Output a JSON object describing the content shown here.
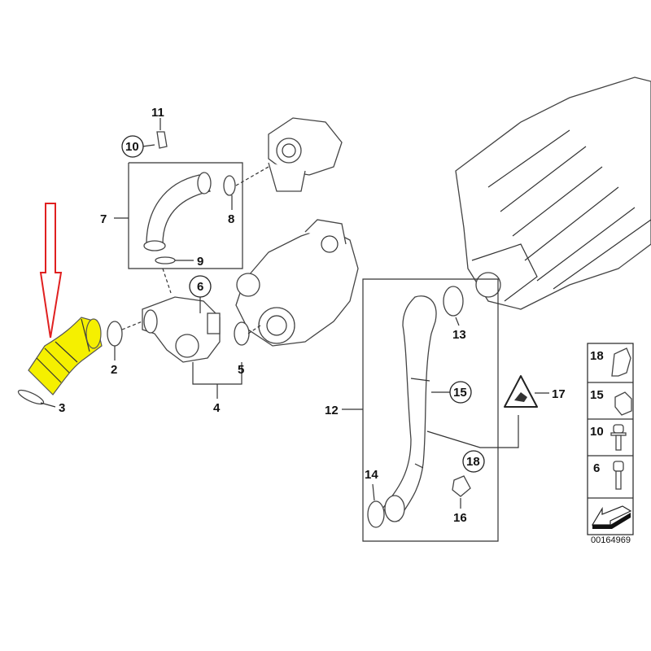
{
  "diagram": {
    "callouts": {
      "c2": "2",
      "c3": "3",
      "c4": "4",
      "c5": "5",
      "c6": "6",
      "c7": "7",
      "c8": "8",
      "c9": "9",
      "c10": "10",
      "c11": "11",
      "c12": "12",
      "c13": "13",
      "c14": "14",
      "c15": "15",
      "c16": "16",
      "c17": "17",
      "c18": "18"
    },
    "legend": {
      "items": [
        "18",
        "15",
        "10",
        "6"
      ]
    },
    "drawing_number": "00164969",
    "highlight_color": "#f5f000",
    "arrow_color": "#e02020"
  }
}
